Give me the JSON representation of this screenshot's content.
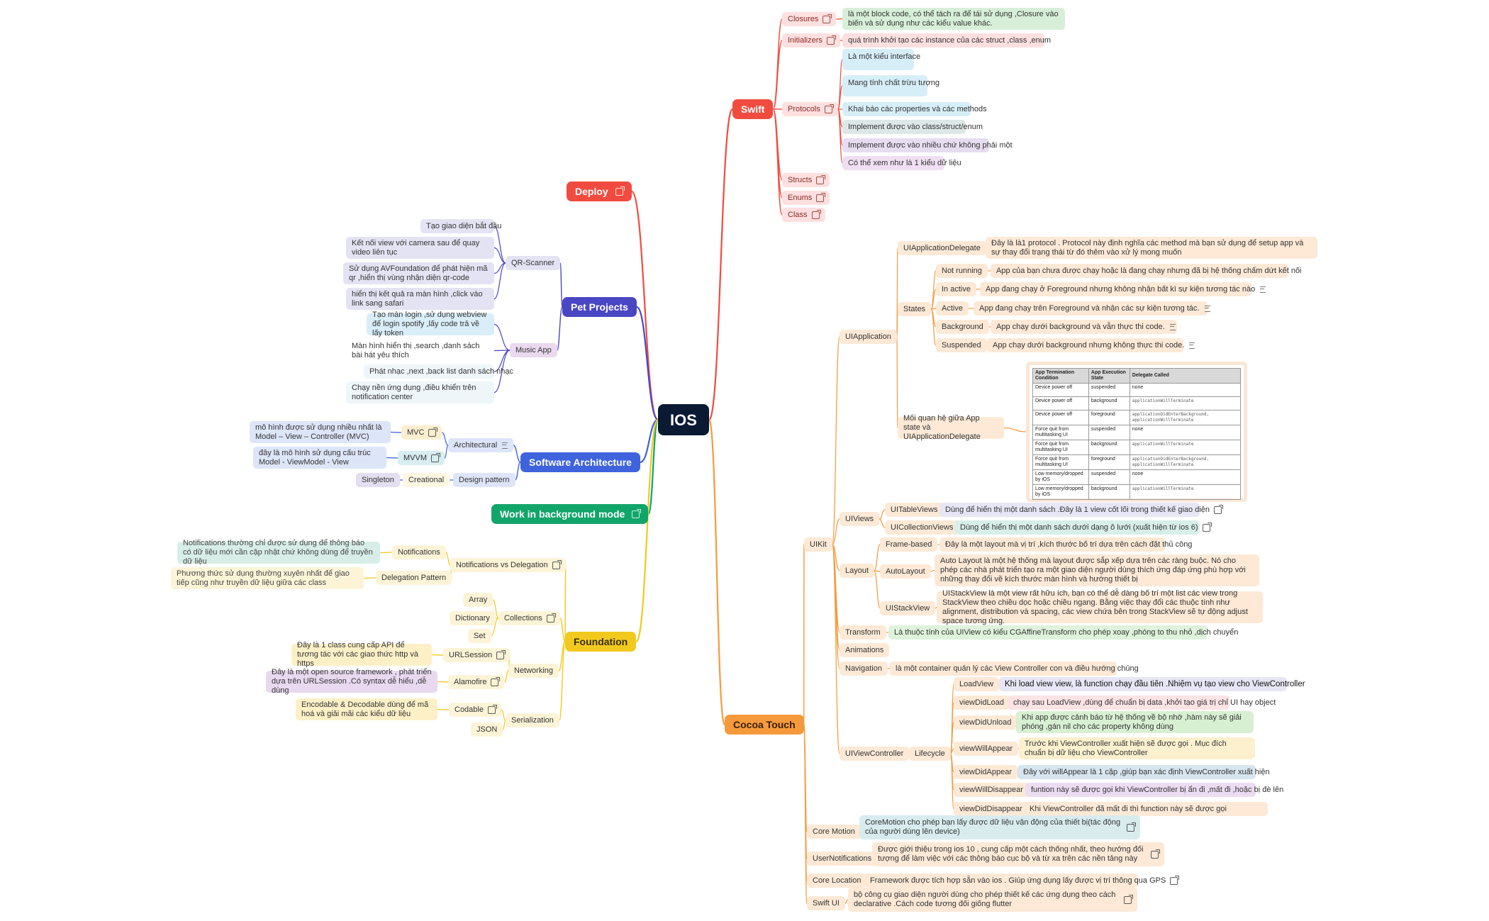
{
  "root": "IOS",
  "swift": {
    "label": "Swift",
    "closures": "Closures",
    "closures_desc": "là một block code, có thể tách ra để tái sử dụng ,Closure vào biến và sử dụng như các kiểu value khác.",
    "initializers": "Initializers",
    "initializers_desc": "quá trình khởi tạo các instance của các struct ,class ,enum",
    "protocols": "Protocols",
    "protocol_items": [
      "Là một kiểu interface",
      "Mang tính chất trừu tượng",
      "Khai báo các properties và các methods",
      "Implement được vào class/struct/enum",
      "Implement được vào nhiều chứ không phải một",
      "Có thể xem như là 1 kiểu dữ liệu"
    ],
    "structs": "Structs",
    "enums": "Enums",
    "class": "Class"
  },
  "deploy": {
    "label": "Deploy"
  },
  "pet_projects": {
    "label": "Pet Projects",
    "qr": "QR-Scanner",
    "qr_items": [
      "Tạo giao diện bắt đầu",
      "Kết nối view với camera sau để quay video liên tục",
      "Sử dụng AVFoundation để phát hiện mã qr ,hiển thị vùng nhận diện qr-code",
      "hiển thị kết quả ra màn hình ,click vào link sang safari"
    ],
    "music": "Music App",
    "music_items": [
      "Tạo màn login ,sử dụng webview để login spotify ,lấy code trả về lấy token",
      "Màn hình hiển thị ,search ,danh sách bài hát yêu thích",
      "Phát nhạc ,next ,back list danh sách nhạc",
      "Chạy nền ứng dụng ,điều khiển trên notification center"
    ]
  },
  "software_architecture": {
    "label": "Software Architecture",
    "architectural": "Architectural",
    "mvc": "MVC",
    "mvc_desc": "mô hình được sử dụng nhiều nhất là Model – View – Controller (MVC)",
    "mvvm": "MVVM",
    "mvvm_desc": "đây là mô hình sử dụng cấu trúc Model - ViewModel - View",
    "design_pattern": "Design pattern",
    "creational": "Creational",
    "singleton": "Singleton"
  },
  "work_background": {
    "label": "Work in background mode"
  },
  "foundation": {
    "label": "Foundation",
    "nvd": "Notifications vs Delegation",
    "notifications": "Notifications",
    "notifications_desc": "Notifications thường chỉ được sử dụng để thông báo có dữ liệu mới cần cập nhật chứ không dùng để truyền dữ liệu",
    "delegation": "Delegation Pattern",
    "delegation_desc": "Phương thức sử dụng thường xuyên nhất để giao tiếp cũng như truyền dữ liệu giữa các class",
    "collections": "Collections",
    "collection_items": [
      "Array",
      "Dictionary",
      "Set"
    ],
    "networking": "Networking",
    "urlsession": "URLSession",
    "urlsession_desc": "Đây là 1 class cung cấp API để tương tác với các giao thức http và https",
    "alamofire": "Alamofire",
    "alamofire_desc": "Đây là một open source framework , phát triển dựa trên URLSession .Có syntax dễ hiểu ,dễ dùng",
    "serialization": "Serialization",
    "codable": "Codable",
    "codable_desc": "Encodable & Decodable dùng để mã hoá và giải mãi các kiểu dữ liệu",
    "json": "JSON"
  },
  "cocoa_touch": {
    "label": "Cocoa Touch",
    "uikit": "UIKit",
    "uiapplication": "UIApplication",
    "uiappdelegate": "UIApplicationDelegate",
    "uiappdelegate_desc": "Đây là là1 protocol . Protocol này định nghĩa các method mà bạn sử dụng để setup app và sự thay đổi trạng thái từ đó thêm vào xử lý mong muốn",
    "states": "States",
    "state_items": [
      {
        "name": "Not running",
        "desc": "App của bạn chưa được chạy hoặc là đang chạy nhưng đã bị hệ thống chấm dứt kết nối"
      },
      {
        "name": "In active",
        "desc": "App đang chạy ở Foreground nhưng không nhận bất kì sự kiện tương tác nào"
      },
      {
        "name": "Active",
        "desc": "App đang chạy trên Foreground và nhận các sự kiện tương tác."
      },
      {
        "name": "Background",
        "desc": "App chạy dưới background và vẫn thực thi code."
      },
      {
        "name": "Suspended",
        "desc": "App chạy dưới background nhưng không thực thi code."
      }
    ],
    "relation": "Mối quan hệ giữa App state và UIApplicationDelegate",
    "table": {
      "headers": [
        "App Termination Condition",
        "App Execution State",
        "Delegate Called"
      ],
      "rows": [
        [
          "Device power off",
          "suspended",
          "none"
        ],
        [
          "Device power off",
          "background",
          "applicationWillTerminate"
        ],
        [
          "Device power off",
          "foreground",
          "applicationDidEnterBackground, applicationWillTerminate"
        ],
        [
          "Force quit from multitasking UI",
          "suspended",
          "none"
        ],
        [
          "Force quit from multitasking UI",
          "background",
          "applicationWillTerminate"
        ],
        [
          "Force quit from multitasking UI",
          "foreground",
          "applicationDidEnterBackground, applicationWillTerminate"
        ],
        [
          "Low memory/dropped by iOS",
          "suspended",
          "none"
        ],
        [
          "Low memory/dropped by iOS",
          "background",
          "applicationWillTerminate"
        ]
      ]
    },
    "uiviews": "UIViews",
    "uitableviews": "UITableViews",
    "uitableviews_desc": "Dùng để hiển thị một danh sách .Đây là 1 view cốt lõi trong thiết kế giao diện",
    "uicollectionviews": "UICollectionViews",
    "uicollectionviews_desc": "Dùng để hiển thị một danh sách dưới dạng ô lưới (xuất hiện từ ios 6)",
    "layout": "Layout",
    "frame_based": "Frame-based",
    "frame_based_desc": "Đây là một layout mà vị trí ,kích thước bố trí dựa trên cách đặt thủ công",
    "autolayout": "AutoLayout",
    "autolayout_desc": "Auto Layout là một hệ thống mà layout được sắp xếp dựa trên các ràng buộc. Nó cho phép các nhà phát triển tạo ra một giao diện người dùng thích ứng đáp ứng phù hợp với những thay đổi về kích thước màn hình và hướng thiết bị",
    "uistackview": "UIStackView",
    "uistackview_desc": "UIStackView là một view rất hữu ích, bạn có thể dễ dàng bố trí một list các view trong StackView theo chiều dọc hoặc chiều ngang. Bằng việc thay đổi các thuộc tính như alignment, distribution và spacing, các view chứa bên trong StackView sẽ tự động adjust space tương ứng.",
    "transform": "Transform",
    "transform_desc": "Là thuộc tính của UIView có kiểu CGAffineTransform cho phép xoay ,phóng to thu nhỏ ,dịch chuyển",
    "animations": "Animations",
    "navigation": "Navigation",
    "navigation_desc": "là một container quản lý các View Controller con và điều hướng chúng",
    "uiviewcontroller": "UIViewController",
    "lifecycle": "Lifecycle",
    "lifecycle_items": [
      {
        "name": "LoadView",
        "desc": "Khi load view view, là function chạy đầu tiên .Nhiệm vụ tạo view cho ViewController"
      },
      {
        "name": "viewDidLoad",
        "desc": "chạy sau LoadView ,dùng để chuẩn bị data ,khởi tạo giá trị chỉ UI hay object"
      },
      {
        "name": "viewDidUnload",
        "desc": "Khi app được cảnh báo từ hệ thống về bộ nhớ ,hàm này sẽ giải phóng ,gán nil cho các property không dùng"
      },
      {
        "name": "viewWillAppear",
        "desc": "Trước khi ViewController xuất hiện sẽ được gọi . Mục đích chuẩn bị dữ liệu cho ViewController"
      },
      {
        "name": "viewDidAppear",
        "desc": "Đây với willAppear là 1 cặp ,giúp bạn xác định ViewController xuất hiện"
      },
      {
        "name": "viewWillDisappear",
        "desc": "funtion này sẽ được gọi khi ViewController bị ẩn đi ,mất đi ,hoặc bị đè lên"
      },
      {
        "name": "viewDidDisappear",
        "desc": "Khi ViewController đã mất đi thì function này sẽ được gọi"
      }
    ],
    "core_motion": "Core Motion",
    "core_motion_desc": "CoreMotion cho phép bạn lấy được dữ liệu vận động của thiết bị(tác động của người dùng lên device)",
    "user_notifications": "UserNotifications",
    "user_notifications_desc": "Được giới thiệu trong ios 10 , cung cấp một cách thống nhất, theo hướng đối tượng để làm việc với các thông báo cục bộ và từ xa trên các nền tảng này",
    "core_location": "Core Location",
    "core_location_desc": "Framework được tích hợp sẵn vào ios . Giúp ứng dụng lấy được vị trí thông qua GPS",
    "swift_ui": "Swift UI",
    "swift_ui_desc": "bộ công cụ giao diện người dùng cho phép thiết kế các ứng dụng theo cách declarative .Cách code tương đối giống flutter"
  },
  "colors": {
    "swift": "#f14b3f",
    "deploy": "#f14b3f",
    "pet": "#4a47c4",
    "arch": "#3e63dd",
    "work": "#12a56a",
    "foundation": "#f2c91f",
    "cocoa": "#f59a3c",
    "root": "#0b1a33"
  }
}
